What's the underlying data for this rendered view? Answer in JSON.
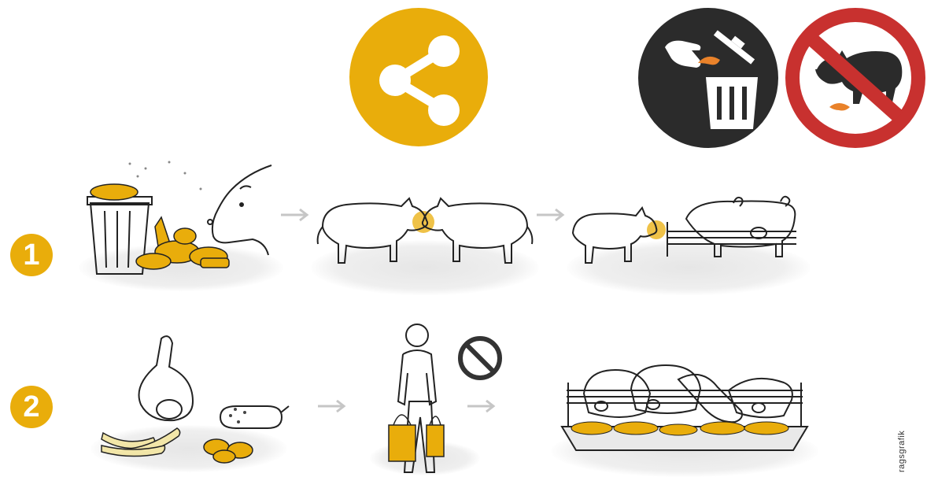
{
  "steps": [
    {
      "number": "1"
    },
    {
      "number": "2"
    }
  ],
  "credit": "ragsgrafik",
  "colors": {
    "accent": "#e9ad0b",
    "dark_circle": "#2b2b2b",
    "forbidden_red": "#c8312f",
    "orange": "#e9822a",
    "arrow": "#c6c6c6"
  },
  "icons": {
    "share": "share-icon",
    "dispose": "trash-disposal-icon",
    "no_feeding": "no-feeding-boar-icon",
    "prohibited": "prohibited-icon"
  }
}
